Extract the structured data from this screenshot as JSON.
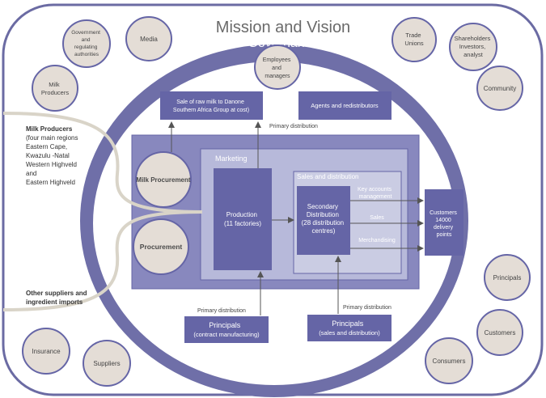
{
  "title": "Mission and Vision",
  "governance": "Governance",
  "stakeholders": {
    "government": [
      "Government",
      "and",
      "regulating",
      "authorities"
    ],
    "media": [
      "Media"
    ],
    "milk_producers": [
      "Milk",
      "Producers"
    ],
    "employees": [
      "Employees",
      "and",
      "managers"
    ],
    "trade_unions": [
      "Trade",
      "Unions"
    ],
    "shareholders": [
      "Shareholders",
      "Investors,",
      "analyst"
    ],
    "community": [
      "Community"
    ],
    "principals": [
      "Principals"
    ],
    "customers": [
      "Customers"
    ],
    "consumers": [
      "Consumers"
    ],
    "insurance": [
      "Insurance"
    ],
    "suppliers": [
      "Suppliers"
    ]
  },
  "left_notes": {
    "milk_producers": {
      "heading": "Milk Producers",
      "lines": [
        "(four main regions",
        "Eastern Cape,",
        "Kwazulu -Natal",
        "Western Highveld",
        "and",
        "Eastern Highveld"
      ]
    },
    "other_suppliers": [
      "Other suppliers and",
      "ingredient imports"
    ]
  },
  "boxes": {
    "sale_raw_milk": [
      "Sale of raw milk to Danone",
      "Southern Africa Group at cost)"
    ],
    "agents": [
      "Agents and redistributors"
    ],
    "primary_distribution_top": "Primary distribution",
    "marketing": "Marketing",
    "sales_and_distribution": "Sales and distribution",
    "milk_procurement": "Milk Procurement",
    "procurement": "Procurement",
    "production": [
      "Production",
      "(11 factories)"
    ],
    "secondary_distribution": [
      "Secondary",
      "Distribution",
      "(28 distribution",
      "centres)"
    ],
    "key_accounts": [
      "Key accounts",
      "management"
    ],
    "sales": "Sales",
    "merchandising": "Merchandising",
    "customers_box": [
      "Customers",
      "14000",
      "delivery",
      "points"
    ],
    "primary_distribution_left": "Primary distribution",
    "primary_distribution_right": "Primary distribution",
    "principals_contract": [
      "Principals",
      "(contract manufacturing)"
    ],
    "principals_sales": [
      "Principals",
      "(sales and distribution)"
    ]
  },
  "colors": {
    "ring": "#6f6fa8",
    "panel": "#8888be",
    "inner": "#b7b9da",
    "dark_box": "#6565a6",
    "bubble_fill": "#e4ddd6",
    "bubble_stroke": "#6565a6",
    "frame": "#6b6ba3",
    "band": "#d9d4c8"
  }
}
